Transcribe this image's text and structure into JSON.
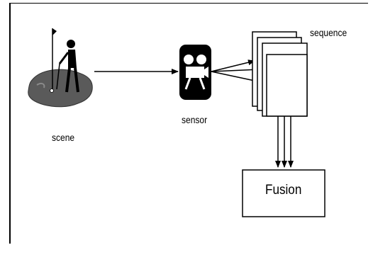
{
  "diagram": {
    "scene_label": "scene",
    "sensor_label": "sensor",
    "sequence_label": "sequence",
    "fusion_label": "Fusion"
  },
  "icons": {
    "scene": "golfer-scene-icon",
    "sensor": "camera-sensor-icon"
  },
  "colors": {
    "line": "#000000",
    "ground": "#5a5a5a",
    "frame_fill": "#ffffff"
  }
}
